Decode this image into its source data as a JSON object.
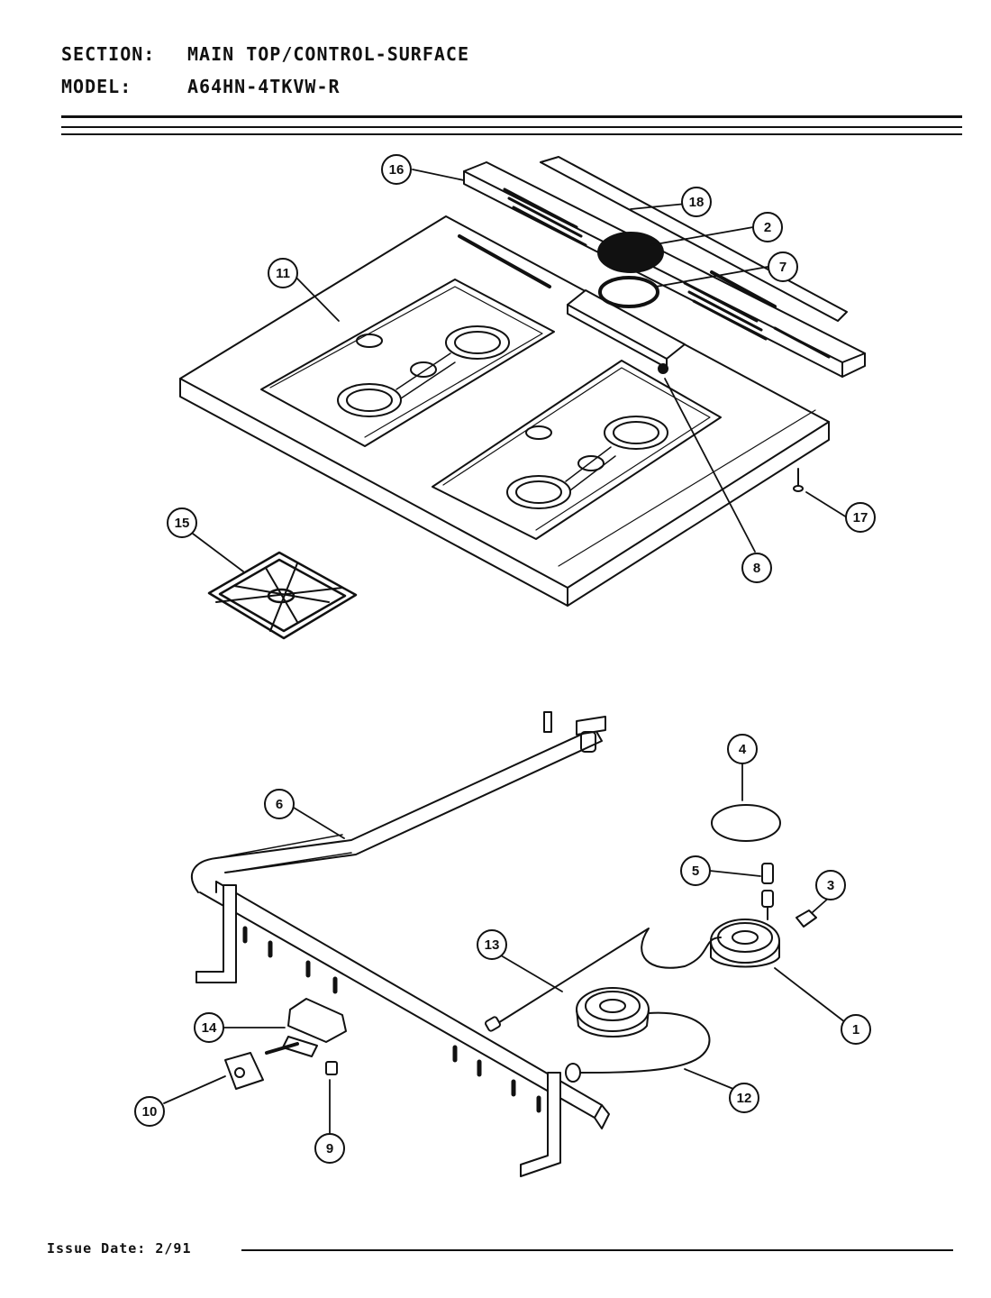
{
  "header": {
    "section_label": "SECTION:",
    "section_value": "MAIN TOP/CONTROL-SURFACE",
    "model_label": "MODEL:",
    "model_value": "A64HN-4TKVW-R"
  },
  "footer": {
    "issue_date": "Issue Date: 2/91"
  },
  "callouts": [
    "16",
    "18",
    "2",
    "7",
    "11",
    "8",
    "17",
    "15",
    "4",
    "6",
    "5",
    "3",
    "13",
    "1",
    "14",
    "12",
    "10",
    "9"
  ]
}
